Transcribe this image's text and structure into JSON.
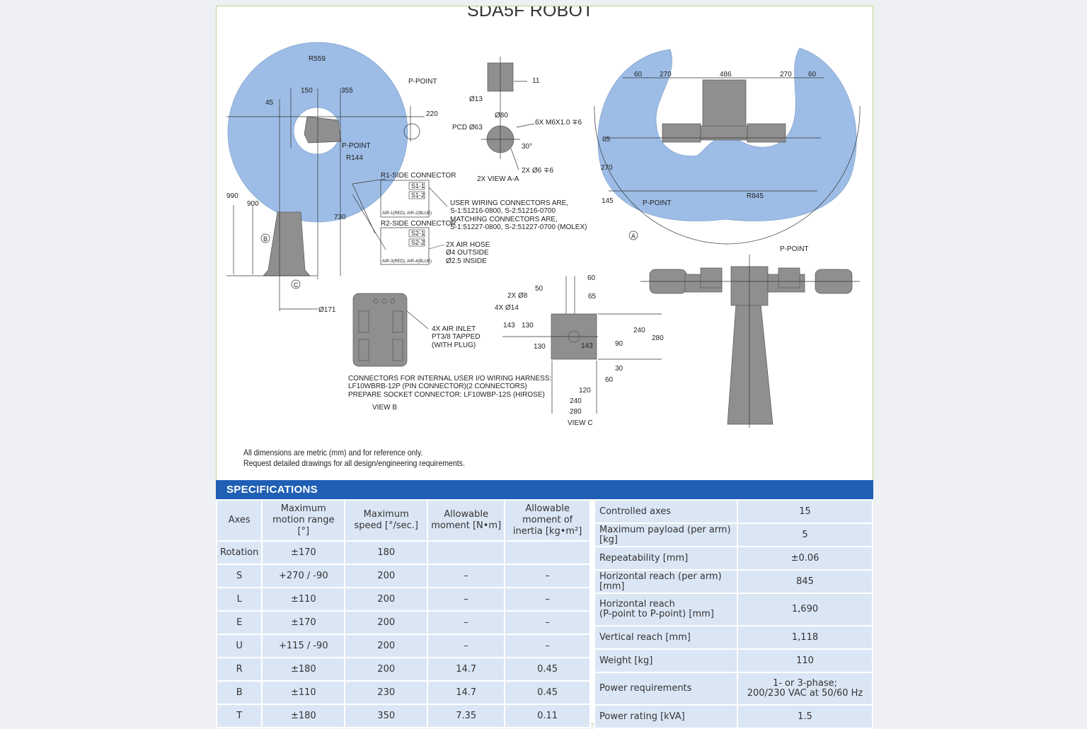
{
  "title": "SDA5F ROBOT",
  "drawing": {
    "left_view": {
      "r559": "R559",
      "p_point_1": "P-POINT",
      "d150": "150",
      "d355": "355",
      "d45": "45",
      "d220": "220",
      "p_point_2": "P-POINT",
      "r144": "R144",
      "d990": "990",
      "d900": "900",
      "d730": "730",
      "mark_b": "B",
      "mark_c": "C",
      "d171": "Ø171"
    },
    "connectors": {
      "r1_title": "R1-SIDE CONNECTOR",
      "s1_1": "S1-1",
      "s1_2": "S1-2",
      "air1": "AIR-1(RED), AIR-2(BLUE)",
      "r2_title": "R2-SIDE CONNECTOR",
      "s2_1": "S2-1",
      "s2_2": "S2-2",
      "air3": "AIR-3(RED), AIR-4(BLUE)",
      "user_wiring": [
        "USER WIRING CONNECTORS ARE,",
        "S-1:51216-0800, S-2:51216-0700",
        "MATCHING CONNECTORS ARE,",
        "S-1:51227-0800, S-2:51227-0700 (MOLEX)"
      ],
      "air_hose": [
        "2X AIR HOSE",
        "Ø4 OUTSIDE",
        "Ø2.5 INSIDE"
      ]
    },
    "view_aa": {
      "d11": "11",
      "d13": "Ø13",
      "d80": "Ø80",
      "pcd": "PCD Ø63",
      "m6": "6X M6X1.0 ∓6",
      "a30": "30°",
      "d6": "2X  Ø6 ∓6",
      "label": "2X VIEW A-A"
    },
    "right_top": {
      "d60a": "60",
      "d270a": "270",
      "d486": "486",
      "d270b": "270",
      "d60b": "60",
      "d85": "85",
      "d270c": "270",
      "d145": "145",
      "p_point_a": "P-POINT",
      "r845": "R845",
      "mark_a": "A",
      "p_point_b": "P-POINT"
    },
    "view_b": {
      "inlet": [
        "4X AIR INLET",
        "PT3/8 TAPPED",
        "(WITH PLUG)"
      ],
      "connectors": [
        "CONNECTORS FOR INTERNAL USER I/O WIRING HARNESS:",
        "LF10WBRB-12P (PIN CONNECTOR)(2 CONNECTORS)",
        "PREPARE SOCKET CONNECTOR: LF10WBP-12S (HIROSE)"
      ],
      "label": "VIEW B"
    },
    "view_c": {
      "d60t": "60",
      "d50": "50",
      "d65": "65",
      "d8": "2X Ø8",
      "d14": "4X Ø14",
      "d143a": "143",
      "d130a": "130",
      "d240v": "240",
      "d280v": "280",
      "d130b": "130",
      "d143b": "143",
      "d90": "90",
      "d30": "30",
      "d60b": "60",
      "d120": "120",
      "d240h": "240",
      "d280h": "280",
      "label": "VIEW C"
    }
  },
  "note": [
    "All dimensions are metric (mm) and for reference only.",
    "Request detailed drawings for all design/engineering requirements."
  ],
  "specifications": {
    "title": "SPECIFICATIONS",
    "headers": [
      "Axes",
      "Maximum motion range [°]",
      "Maximum speed [°/sec.]",
      "Allowable moment [N•m]",
      "Allowable moment of inertia [kg•m²]"
    ],
    "rows": [
      [
        "Rotation",
        "±170",
        "180",
        "",
        ""
      ],
      [
        "S",
        "+270 / -90",
        "200",
        "–",
        "–"
      ],
      [
        "L",
        "±110",
        "200",
        "–",
        "–"
      ],
      [
        "E",
        "±170",
        "200",
        "–",
        "–"
      ],
      [
        "U",
        "+115 / -90",
        "200",
        "–",
        "–"
      ],
      [
        "R",
        "±180",
        "200",
        "14.7",
        "0.45"
      ],
      [
        "B",
        "±110",
        "230",
        "14.7",
        "0.45"
      ],
      [
        "T",
        "±180",
        "350",
        "7.35",
        "0.11"
      ]
    ],
    "general": [
      {
        "label": "Controlled axes",
        "value": "15"
      },
      {
        "label": "Maximum payload (per arm) [kg]",
        "value": "5"
      },
      {
        "label": "Repeatability [mm]",
        "value": "±0.06"
      },
      {
        "label": "Horizontal reach (per arm) [mm]",
        "value": "845"
      },
      {
        "label": "Horizontal reach\n(P-point to P-point) [mm]",
        "value": "1,690"
      },
      {
        "label": "Vertical reach [mm]",
        "value": "1,118"
      },
      {
        "label": "Weight [kg]",
        "value": "110"
      },
      {
        "label": "Power requirements",
        "value": "1- or 3-phase;\n200/230 VAC at 50/60 Hz"
      },
      {
        "label": "Power rating [kVA]",
        "value": "1.5"
      }
    ]
  },
  "colors": {
    "envelope": "#9dbde6",
    "robot": "#8f8f8f",
    "header_bar": "#1f5fb5",
    "cell": "#dbe6f5",
    "border": "#b9d78a"
  }
}
